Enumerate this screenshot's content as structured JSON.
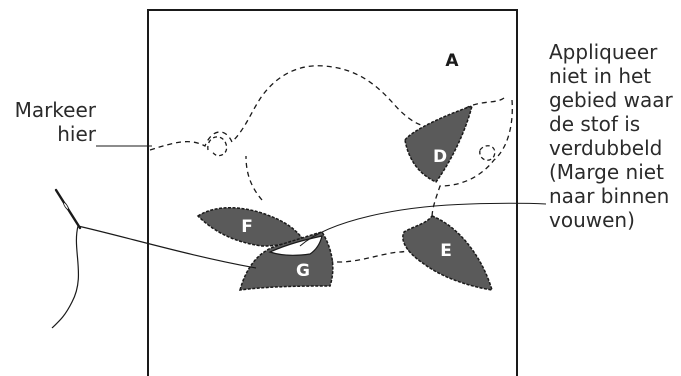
{
  "labels": {
    "panel": "A",
    "leaves": {
      "d": "D",
      "e": "E",
      "f": "F",
      "g": "G"
    }
  },
  "left_callout": {
    "lines": [
      "Markeer",
      "hier"
    ]
  },
  "right_callout": {
    "lines": [
      "Appliqueer",
      "niet in het",
      "gebied waar",
      "de stof is",
      "verdubbeld",
      "(Marge niet",
      "naar binnen",
      "vouwen)"
    ]
  },
  "colors": {
    "leaf_fill": "#5a5a5a",
    "line": "#1a1a1a",
    "label_on_leaf": "#ffffff",
    "text": "#2b2b2b"
  }
}
